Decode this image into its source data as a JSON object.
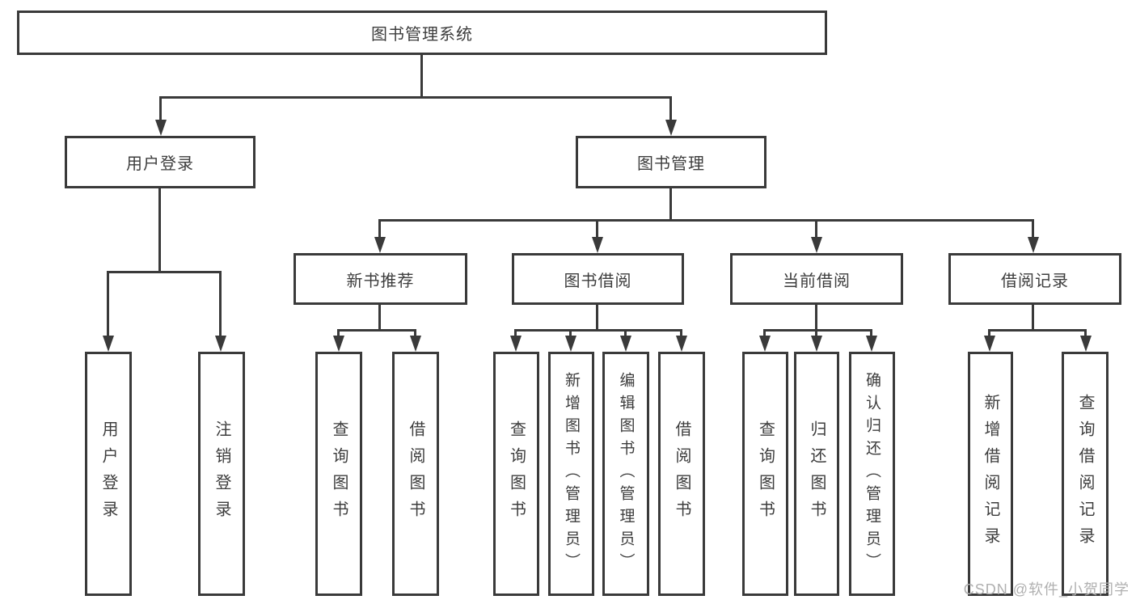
{
  "watermark": "CSDN @软件_小贺同学",
  "colors": {
    "line": "#3a3a3a",
    "text": "#3d3d3d",
    "watermark": "#b0b0b0"
  },
  "tree": {
    "label": "图书管理系统",
    "children": [
      {
        "label": "用户登录",
        "children": [
          {
            "label": "用户登录"
          },
          {
            "label": "注销登录"
          }
        ]
      },
      {
        "label": "图书管理",
        "children": [
          {
            "label": "新书推荐",
            "children": [
              {
                "label": "查询图书"
              },
              {
                "label": "借阅图书"
              }
            ]
          },
          {
            "label": "图书借阅",
            "children": [
              {
                "label": "查询图书"
              },
              {
                "label": "新增图书（管理员）"
              },
              {
                "label": "编辑图书（管理员）"
              },
              {
                "label": "借阅图书"
              }
            ]
          },
          {
            "label": "当前借阅",
            "children": [
              {
                "label": "查询图书"
              },
              {
                "label": "归还图书"
              },
              {
                "label": "确认归还（管理员）"
              }
            ]
          },
          {
            "label": "借阅记录",
            "children": [
              {
                "label": "新增借阅记录"
              },
              {
                "label": "查询借阅记录"
              }
            ]
          }
        ]
      }
    ]
  }
}
